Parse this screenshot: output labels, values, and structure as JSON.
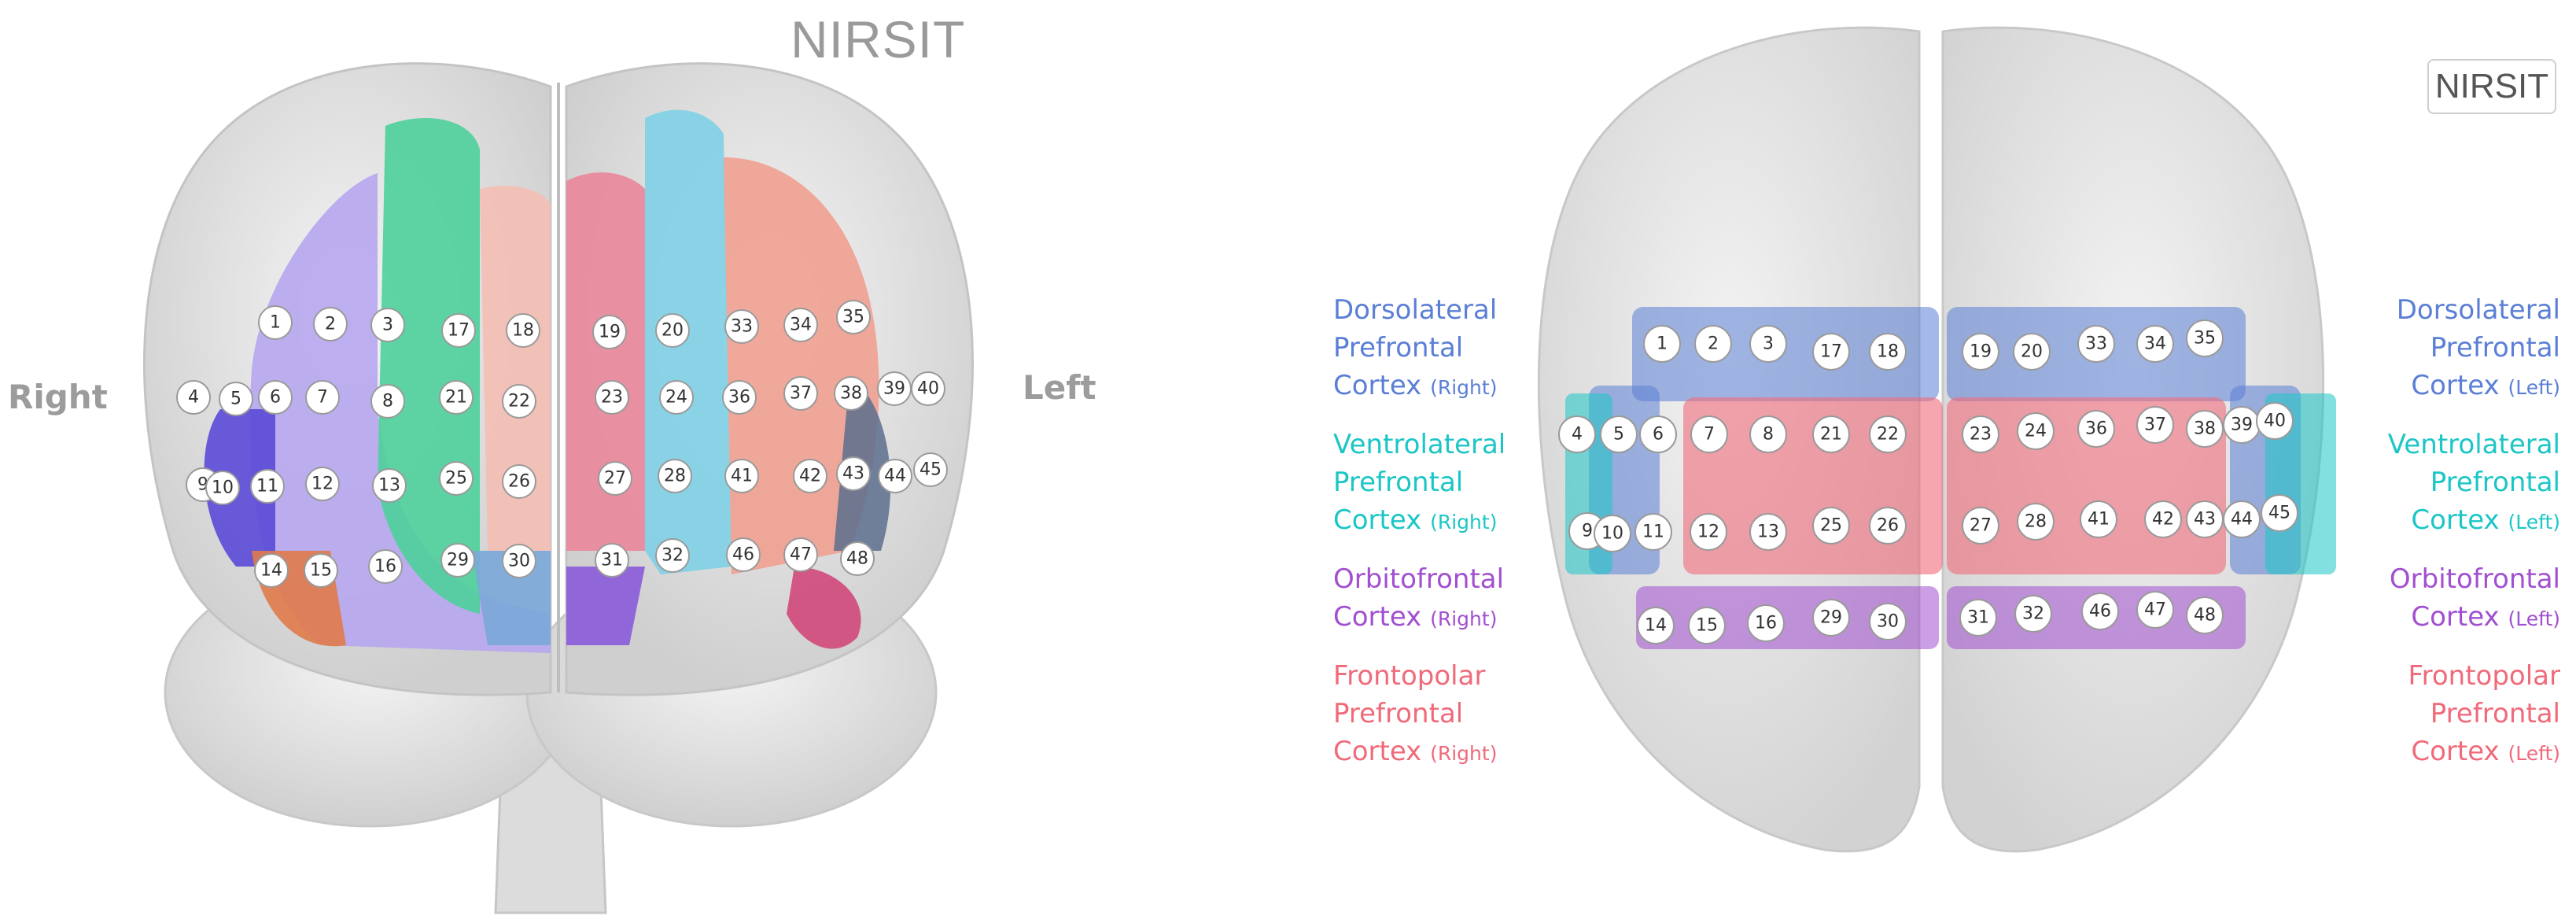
{
  "figure": {
    "left_panel": {
      "brand": "NIRSIT",
      "side_right": "Right",
      "side_left": "Left"
    },
    "right_panel": {
      "brand": "NIRSIT",
      "legend_right": [
        {
          "line1": "Dorsolateral",
          "line2": "Prefrontal",
          "line3": "Cortex",
          "side": "(Right)",
          "color": "#5b7fd6"
        },
        {
          "line1": "Ventrolateral",
          "line2": "Prefrontal",
          "line3": "Cortex",
          "side": "(Right)",
          "color": "#1cc6c6"
        },
        {
          "line1": "Orbitofrontal",
          "line2": "Cortex",
          "line3": "",
          "side": "(Right)",
          "color": "#a24fd0"
        },
        {
          "line1": "Frontopolar",
          "line2": "Prefrontal",
          "line3": "Cortex",
          "side": "(Right)",
          "color": "#f06a7a"
        }
      ],
      "legend_left": [
        {
          "line1": "Dorsolateral",
          "line2": "Prefrontal",
          "line3": "Cortex",
          "side": "(Left)",
          "color": "#5b7fd6"
        },
        {
          "line1": "Ventrolateral",
          "line2": "Prefrontal",
          "line3": "Cortex",
          "side": "(Left)",
          "color": "#1cc6c6"
        },
        {
          "line1": "Orbitofrontal",
          "line2": "Cortex",
          "line3": "",
          "side": "(Left)",
          "color": "#a24fd0"
        },
        {
          "line1": "Frontopolar",
          "line2": "Prefrontal",
          "line3": "Cortex",
          "side": "(Left)",
          "color": "#f06a7a"
        }
      ]
    },
    "channels": [
      "1",
      "2",
      "3",
      "4",
      "5",
      "6",
      "7",
      "8",
      "9",
      "10",
      "11",
      "12",
      "13",
      "14",
      "15",
      "16",
      "17",
      "18",
      "19",
      "20",
      "21",
      "22",
      "23",
      "24",
      "25",
      "26",
      "27",
      "28",
      "29",
      "30",
      "31",
      "32",
      "33",
      "34",
      "35",
      "36",
      "37",
      "38",
      "39",
      "40",
      "41",
      "42",
      "43",
      "44",
      "45",
      "46",
      "47",
      "48"
    ],
    "colors": {
      "dorsolateral": "#5b7fd6",
      "ventrolateral": "#1cc6c6",
      "orbitofrontal": "#a24fd0",
      "frontopolar": "#f06a7a",
      "brain_surface": "#e6e6e6"
    }
  }
}
